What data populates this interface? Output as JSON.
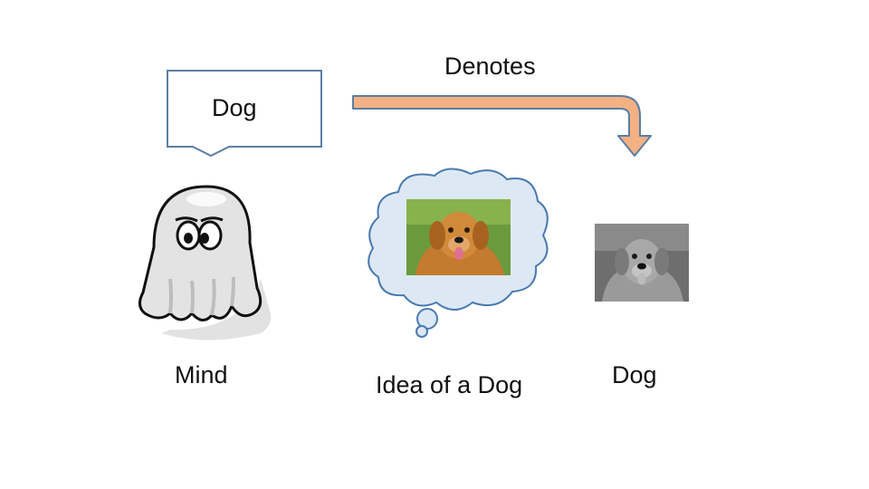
{
  "speech_bubble": {
    "text": "Dog"
  },
  "arrow": {
    "label": "Denotes",
    "fill_color": "#f4b183",
    "stroke_color": "#5b7ea4"
  },
  "captions": {
    "mind": "Mind",
    "idea": "Idea of a Dog",
    "dog": "Dog"
  },
  "icons": {
    "ghost": "ghost-icon",
    "thought_cloud": "thought-cloud-icon",
    "color_dog_photo": "golden-retriever-color-photo",
    "gray_dog_photo": "golden-retriever-grayscale-photo"
  },
  "colors": {
    "cloud_fill": "#dde8f5",
    "cloud_stroke": "#4a7ab0",
    "bubble_stroke": "#5b7ea4"
  }
}
